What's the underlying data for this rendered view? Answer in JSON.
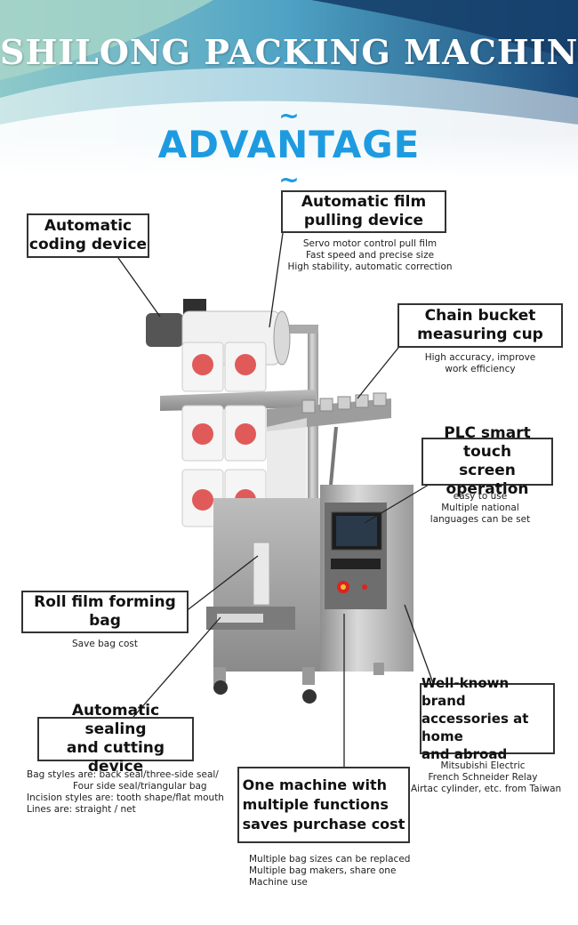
{
  "header": {
    "title": "SHILONG PACKING MACHINE",
    "tilde_top": "~",
    "subtitle": "ADVANTAGE",
    "tilde_bottom": "~"
  },
  "colors": {
    "accent": "#1e9be0",
    "banner_dark": "#1b4a7a",
    "banner_light": "#6fb8d6"
  },
  "features": [
    {
      "id": "coding",
      "title_lines": [
        "Automatic",
        "coding device"
      ],
      "desc_lines": []
    },
    {
      "id": "film",
      "title_lines": [
        "Automatic film",
        "pulling device"
      ],
      "desc_lines": [
        "Servo motor control pull film",
        "Fast speed and precise size",
        "High stability, automatic correction"
      ]
    },
    {
      "id": "chain",
      "title_lines": [
        "Chain bucket",
        "measuring cup"
      ],
      "desc_lines": [
        "High accuracy, improve",
        "work efficiency"
      ]
    },
    {
      "id": "plc",
      "title_lines": [
        "PLC smart touch",
        "screen operation"
      ],
      "desc_lines": [
        "easy to use",
        "Multiple national",
        "languages can be set"
      ]
    },
    {
      "id": "roll",
      "title_lines": [
        "Roll film forming bag"
      ],
      "desc_lines": [
        "Save bag cost"
      ]
    },
    {
      "id": "brand",
      "title_lines": [
        "Well-known brand",
        "accessories at home",
        "and abroad"
      ],
      "desc_lines": [
        "Mitsubishi Electric",
        "French Schneider Relay",
        "Airtac cylinder, etc. from Taiwan"
      ]
    },
    {
      "id": "sealing",
      "title_lines": [
        "Automatic sealing",
        "and cutting device"
      ],
      "desc_lines": [
        "Bag styles are: back seal/three-side seal/",
        "Four side seal/triangular bag",
        "Incision styles are: tooth shape/flat mouth",
        "Lines are: straight / net"
      ]
    },
    {
      "id": "multi",
      "title_lines": [
        "One machine with",
        "multiple functions",
        "saves purchase cost"
      ],
      "desc_lines": [
        "Multiple bag sizes can be replaced",
        "Multiple bag makers, share one",
        "Machine use"
      ]
    }
  ]
}
